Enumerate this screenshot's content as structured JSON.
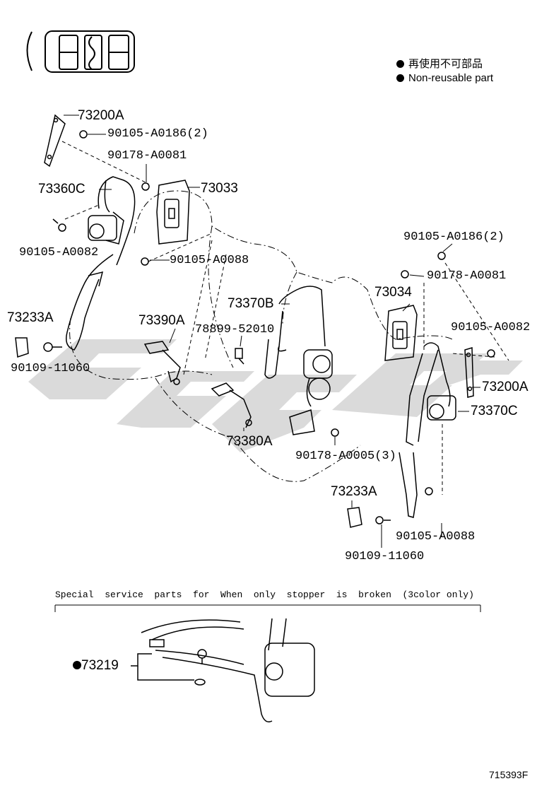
{
  "legend": {
    "item_jp": "再使用不可部品",
    "item_en": "Non-reusable part"
  },
  "labels": {
    "l_73200A_top": "73200A",
    "l_90105_A0186_top": "90105-A0186(2)",
    "l_90178_A0081_top": "90178-A0081",
    "l_73360C": "73360C",
    "l_73033": "73033",
    "l_90105_A0082_left": "90105-A0082",
    "l_90105_A0088_mid": "90105-A0088",
    "l_73233A_left": "73233A",
    "l_73390A": "73390A",
    "l_73370B": "73370B",
    "l_78899_52010": "78899-52010",
    "l_90109_11060_left": "90109-11060",
    "l_73380A": "73380A",
    "l_90178_A0005": "90178-A0005(3)",
    "l_90105_A0186_right": "90105-A0186(2)",
    "l_90178_A0081_right": "90178-A0081",
    "l_73034": "73034",
    "l_90105_A0082_right": "90105-A0082",
    "l_73200A_right": "73200A",
    "l_73370C": "73370C",
    "l_73233A_right": "73233A",
    "l_90105_A0088_right": "90105-A0088",
    "l_90109_11060_right": "90109-11060",
    "l_73219": "73219"
  },
  "special_note": "Special  service  parts  for  When  only  stopper  is  broken  (3color only)",
  "diagram_id": "715393F"
}
